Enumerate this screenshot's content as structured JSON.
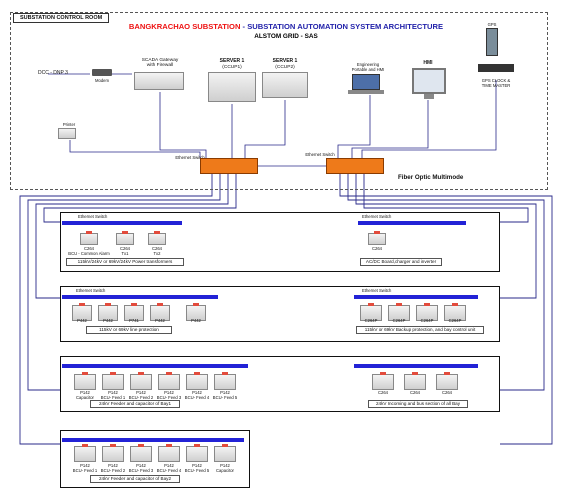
{
  "room": {
    "label": "SUBSTATION CONTROL ROOM"
  },
  "title": {
    "red_part": "BANGKRACHAO SUBSTATION",
    "sep": " - ",
    "blue_part": "SUBSTATION AUTOMATION SYSTEM ARCHITECTURE",
    "line2": "ALSTOM GRID - SAS"
  },
  "top_devices": {
    "dcc": "DCC - DNP 3",
    "modem": "Modem",
    "scada_l1": "SCADA Gateway",
    "scada_l2": "with Firewall",
    "server1_l1": "SERVER 1",
    "server1_l2": "(CCUP1)",
    "server2_l1": "SERVER 1",
    "server2_l2": "(CCUP2)",
    "eng_l1": "Engineering",
    "eng_l2": "Portable and HMI",
    "hmi": "HMI",
    "gps": "GPS",
    "clock_l1": "GPS CLOCK &",
    "clock_l2": "TIME MASTER",
    "printer": "Printer",
    "switch1": "Ethernet Switch",
    "switch2": "Ethernet Switch",
    "fiber": "Fiber Optic Multimode"
  },
  "panels": {
    "p1": {
      "switch": "Ethernet Switch",
      "devices": [
        {
          "l1": "C264",
          "l2": "BCU - Common Alarm"
        },
        {
          "l1": "C264",
          "l2": "Tx1"
        },
        {
          "l1": "C264",
          "l2": "Tx2"
        }
      ],
      "caption": "115kV/24kV or 69kV/24kV Power transformers"
    },
    "p2": {
      "switch": "Ethernet Switch",
      "devices": [
        {
          "l1": "C264",
          "l2": ""
        }
      ],
      "caption": "AC/DC Board,charger and inverter"
    },
    "p3": {
      "switch": "Ethernet Switch",
      "devices": [
        {
          "l1": "P442",
          "l2": ""
        },
        {
          "l1": "P442",
          "l2": ""
        },
        {
          "l1": "P741",
          "l2": ""
        },
        {
          "l1": "P442",
          "l2": ""
        },
        {
          "l1": "P442",
          "l2": ""
        }
      ],
      "caption": "115kV or 69kV line protection"
    },
    "p4": {
      "switch": "Ethernet Switch",
      "devices": [
        {
          "l1": "C264P",
          "l2": ""
        },
        {
          "l1": "C264P",
          "l2": ""
        },
        {
          "l1": "C264P",
          "l2": ""
        },
        {
          "l1": "C264P",
          "l2": ""
        }
      ],
      "caption": "115kV or 69kV Backup protection, and bay control unit"
    },
    "p5": {
      "devices": [
        {
          "l1": "P142",
          "l2": "Capacitor"
        },
        {
          "l1": "P142",
          "l2": "BCU- Feed 1"
        },
        {
          "l1": "P142",
          "l2": "BCU- Feed 2"
        },
        {
          "l1": "P142",
          "l2": "BCU- Feed 3"
        },
        {
          "l1": "P142",
          "l2": "BCU- Feed 4"
        },
        {
          "l1": "P142",
          "l2": "BCU- Feed 5"
        }
      ],
      "caption": "24kV Feeder and capacitor of Bay1"
    },
    "p6": {
      "devices": [
        {
          "l1": "C264",
          "l2": ""
        },
        {
          "l1": "C264",
          "l2": ""
        },
        {
          "l1": "C264",
          "l2": ""
        }
      ],
      "caption": "24kV Incoming and bus section of all Bay"
    },
    "p7": {
      "devices": [
        {
          "l1": "P142",
          "l2": "BCU- Feed 1"
        },
        {
          "l1": "P142",
          "l2": "BCU- Feed 2"
        },
        {
          "l1": "P142",
          "l2": "BCU- Feed 3"
        },
        {
          "l1": "P142",
          "l2": "BCU- Feed 4"
        },
        {
          "l1": "P142",
          "l2": "BCU- Feed 5"
        },
        {
          "l1": "P142",
          "l2": "Capacitor"
        }
      ],
      "caption": "24kV Feeder and capacitor of Bay2"
    }
  }
}
